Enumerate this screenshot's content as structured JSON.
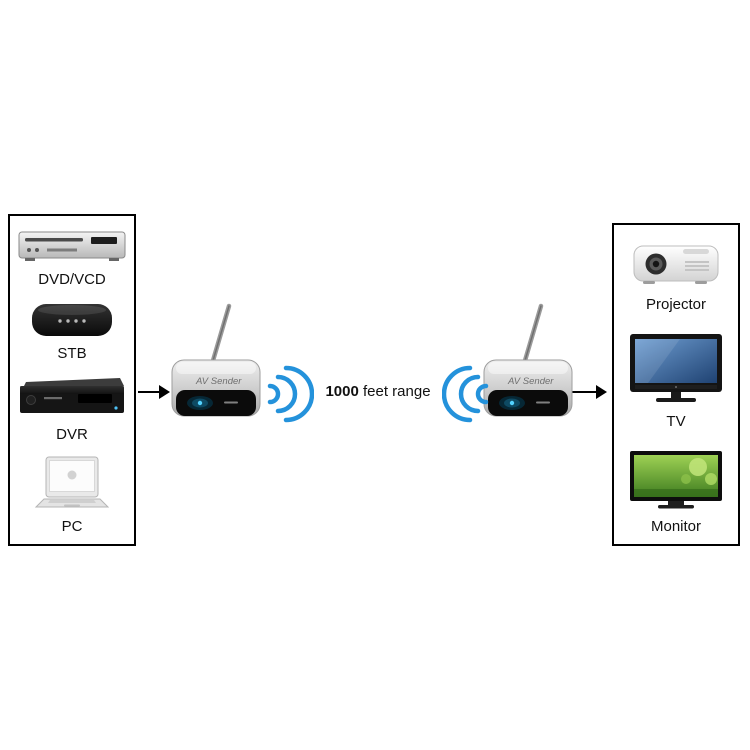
{
  "range": {
    "distance": "1000",
    "unit": " feet range"
  },
  "left_group": {
    "items": [
      {
        "label": "DVD/VCD"
      },
      {
        "label": "STB"
      },
      {
        "label": "DVR"
      },
      {
        "label": "PC"
      }
    ]
  },
  "right_group": {
    "items": [
      {
        "label": "Projector"
      },
      {
        "label": "TV"
      },
      {
        "label": "Monitor"
      }
    ]
  },
  "transmitter": {
    "label": "AV Sender"
  },
  "receiver": {
    "label": "AV Sender"
  },
  "colors": {
    "wave_blue": "#2492db",
    "box_border": "#000000",
    "device_silver": "#d9d9d9",
    "display_glow": "#53d2ff"
  }
}
